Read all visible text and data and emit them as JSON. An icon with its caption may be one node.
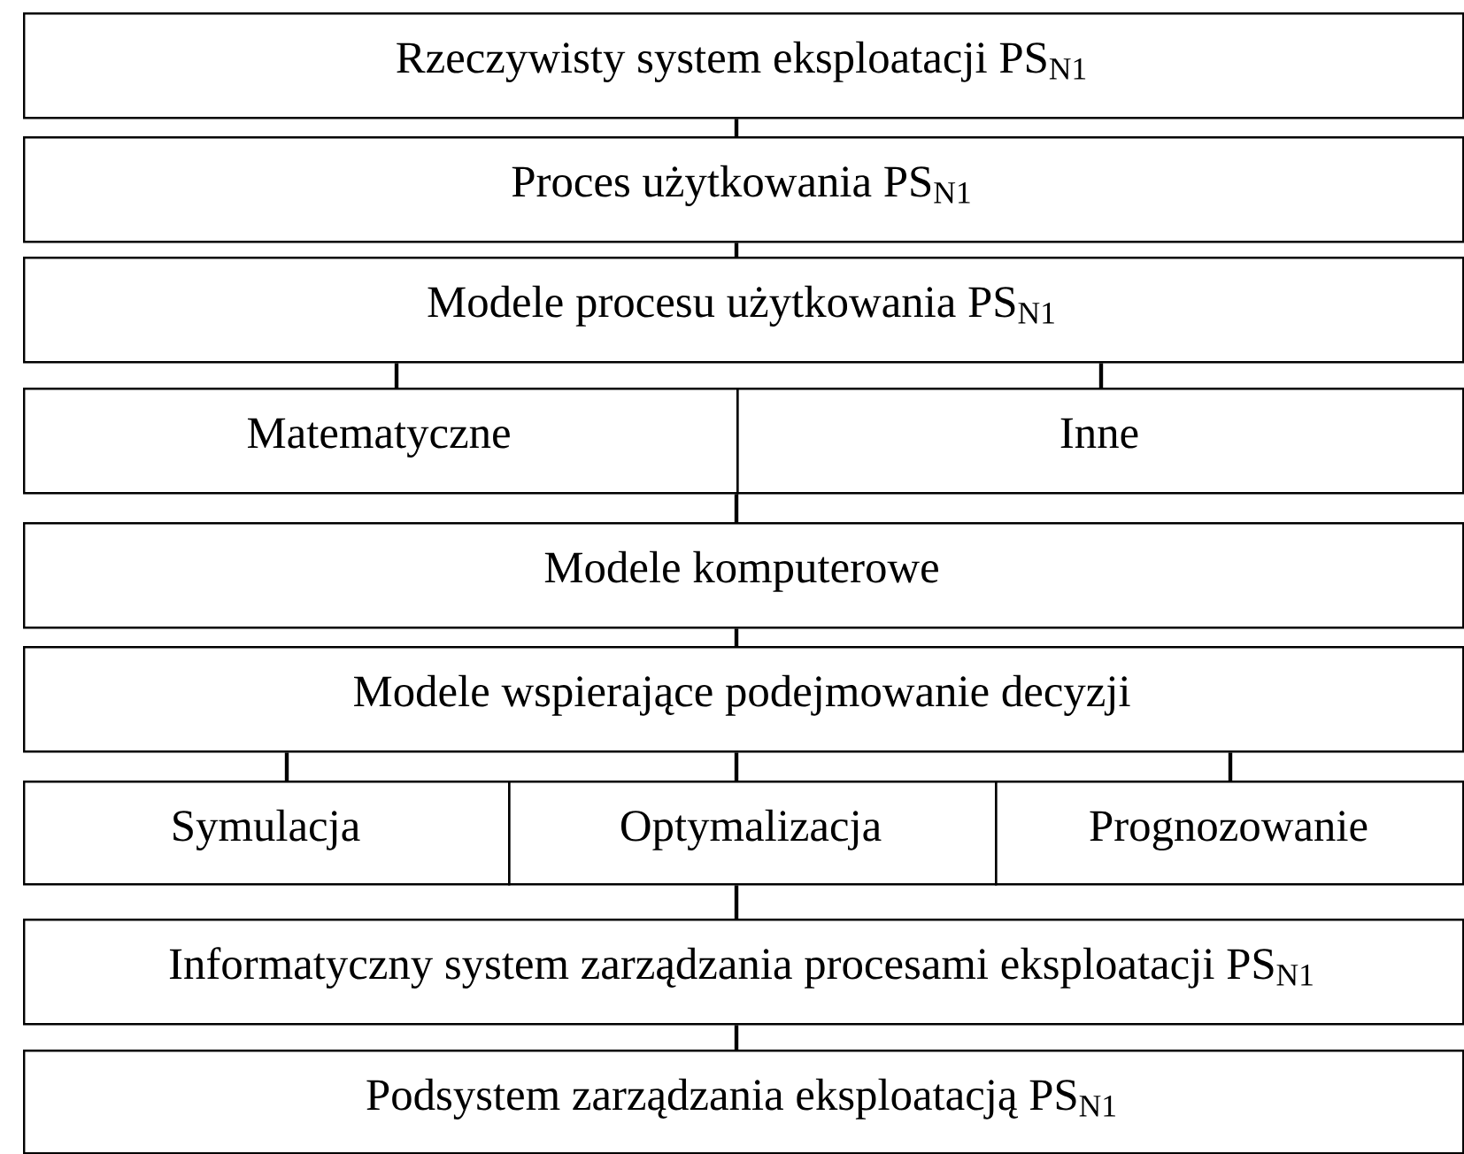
{
  "diagram": {
    "nodes": [
      {
        "text": [
          "Rzeczywisty system eksploatacji PS$_{N1}$"
        ]
      },
      {
        "text": [
          "Proces użytkowania PS$_{N1}$"
        ]
      },
      {
        "text": [
          "Modele procesu użytkowania PS$_{N1}$"
        ]
      },
      {
        "text": [
          "Matematyczne"
        ]
      },
      {
        "text": [
          "Inne"
        ]
      },
      {
        "text": [
          "Modele komputerowe"
        ]
      },
      {
        "text": [
          "Modele wspierające podejmowanie decyzji"
        ]
      },
      {
        "text": [
          "Symulacja"
        ]
      },
      {
        "text": [
          "Optymalizacja"
        ]
      },
      {
        "text": [
          "Prognozowanie"
        ]
      },
      {
        "text": [
          "Informatyczny system zarządzania procesami eksploatacji PS$_{N1}$"
        ]
      },
      {
        "text": [
          "Podsystem zarządzania eksploatacją PS$_{N1}$"
        ]
      }
    ],
    "edges": [
      {
        "from": 0,
        "to": 1,
        "arrow": "none"
      },
      {
        "from": 1,
        "to": 2,
        "arrow": "none"
      },
      {
        "from": 2,
        "to": 3,
        "arrow": "none"
      },
      {
        "from": 2,
        "to": 4,
        "arrow": "none"
      },
      {
        "from": 3,
        "to": 5,
        "arrow": "none"
      },
      {
        "from": 4,
        "to": 5,
        "arrow": "none"
      },
      {
        "from": 5,
        "to": 6,
        "arrow": "none"
      },
      {
        "from": 6,
        "to": 7,
        "arrow": "none"
      },
      {
        "from": 6,
        "to": 8,
        "arrow": "none"
      },
      {
        "from": 6,
        "to": 9,
        "arrow": "none"
      },
      {
        "from": 8,
        "to": 10,
        "arrow": "none"
      },
      {
        "from": 10,
        "to": 11,
        "arrow": "none"
      }
    ]
  }
}
